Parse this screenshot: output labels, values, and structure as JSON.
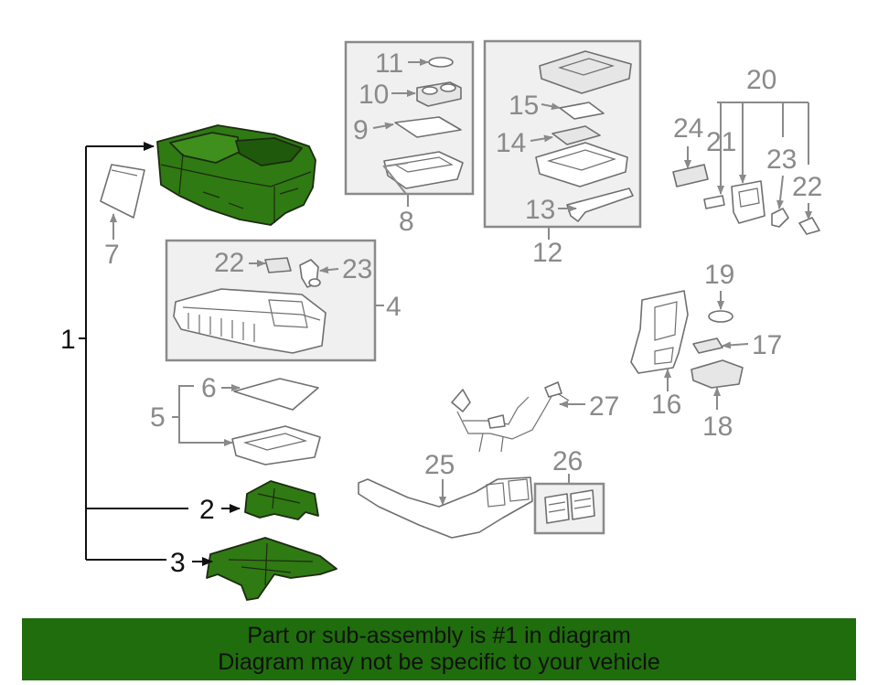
{
  "colors": {
    "highlight": "#1f6d0c",
    "part_green": "#2f7a13",
    "banner_bg": "#1f6d0c",
    "callout_grey": "#8a8a8a",
    "callout_dark": "#111111"
  },
  "callouts": {
    "c1": "1",
    "c2": "2",
    "c3": "3",
    "c4": "4",
    "c5": "5",
    "c6": "6",
    "c7": "7",
    "c8": "8",
    "c9": "9",
    "c10": "10",
    "c11": "11",
    "c12": "12",
    "c13": "13",
    "c14": "14",
    "c15": "15",
    "c16": "16",
    "c17": "17",
    "c18": "18",
    "c19": "19",
    "c20": "20",
    "c21": "21",
    "c22a": "22",
    "c22b": "22",
    "c23a": "23",
    "c23b": "23",
    "c24": "24",
    "c25": "25",
    "c26": "26",
    "c27": "27"
  },
  "banner": {
    "line1": "Part or sub-assembly is #1 in diagram",
    "line2": "Diagram may not be specific to your vehicle"
  }
}
